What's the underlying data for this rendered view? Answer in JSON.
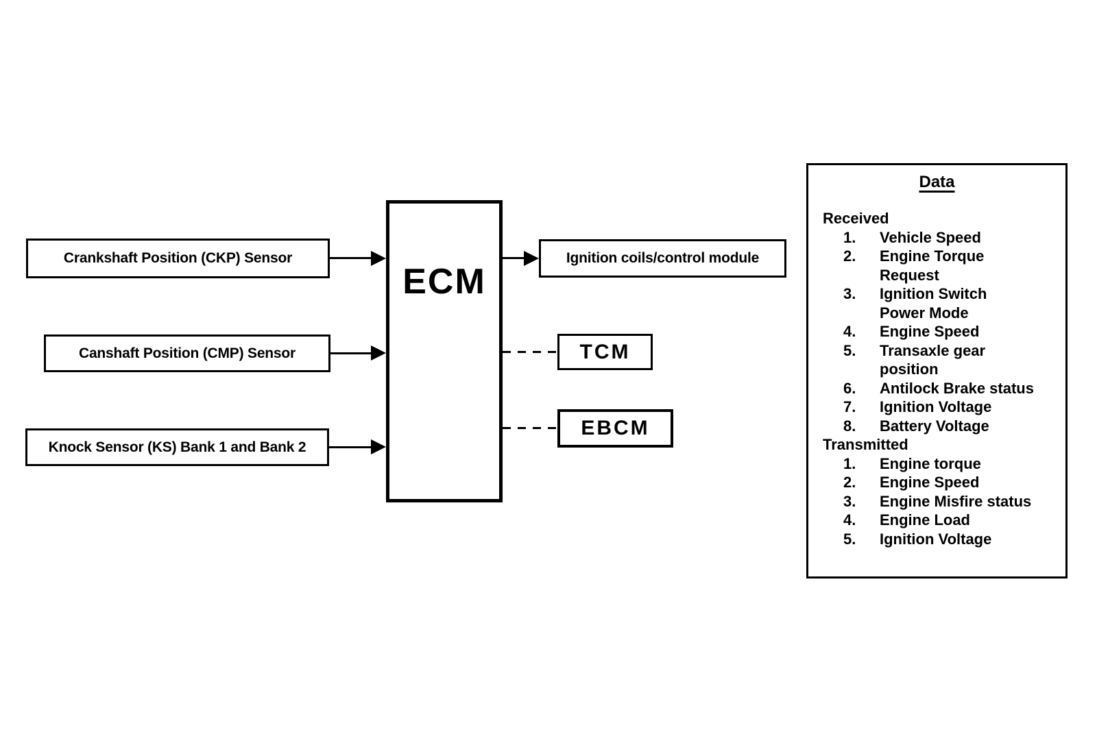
{
  "diagram": {
    "sensors": [
      "Crankshaft Position (CKP) Sensor",
      "Canshaft Position (CMP) Sensor",
      "Knock Sensor (KS) Bank 1 and Bank 2"
    ],
    "ecm": {
      "label": "ECM"
    },
    "outputs": {
      "ignition": {
        "label": "Ignition coils/control module"
      },
      "tcm": {
        "label": "TCM"
      },
      "ebcm": {
        "label": "EBCM"
      }
    },
    "data_panel": {
      "title": "Data",
      "received_heading": "Received",
      "received_items": [
        {
          "num": "1.",
          "text": "Vehicle Speed"
        },
        {
          "num": "2.",
          "text": "Engine Torque\nRequest"
        },
        {
          "num": "3.",
          "text": "Ignition Switch\nPower Mode"
        },
        {
          "num": "4.",
          "text": "Engine Speed"
        },
        {
          "num": "5.",
          "text": "Transaxle gear\nposition"
        },
        {
          "num": "6.",
          "text": "Antilock Brake status"
        },
        {
          "num": "7.",
          "text": "Ignition Voltage"
        },
        {
          "num": "8.",
          "text": "Battery Voltage"
        }
      ],
      "transmitted_heading": "Transmitted",
      "transmitted_items": [
        {
          "num": "1.",
          "text": "Engine torque"
        },
        {
          "num": "2.",
          "text": "Engine Speed"
        },
        {
          "num": "3.",
          "text": "Engine Misfire status"
        },
        {
          "num": "4.",
          "text": "Engine Load"
        },
        {
          "num": "5.",
          "text": "Ignition Voltage"
        }
      ]
    },
    "colors": {
      "line": "#000000",
      "background": "#ffffff"
    }
  }
}
